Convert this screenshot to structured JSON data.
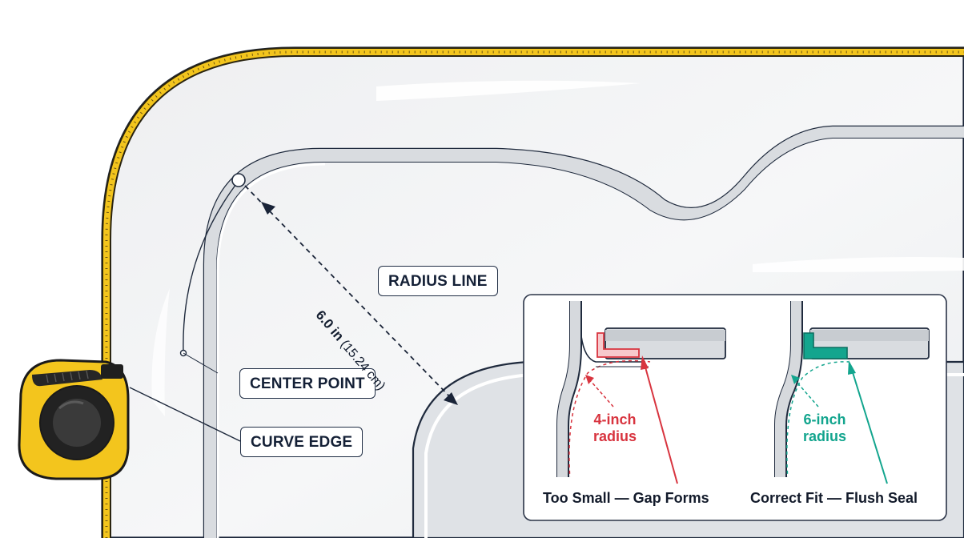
{
  "labels": {
    "radius_line": "RADIUS LINE",
    "center_point": "CENTER POINT",
    "curve_edge": "CURVE EDGE"
  },
  "dimension": {
    "value": "6.0 in",
    "metric": "(15.24 cm)"
  },
  "inset": {
    "left": {
      "radius_number": "4-inch",
      "radius_word": "radius",
      "caption": "Too Small — Gap Forms",
      "color": "#d8343f"
    },
    "right": {
      "radius_number": "6-inch",
      "radius_word": "radius",
      "caption": "Correct Fit — Flush Seal",
      "color": "#13a58e"
    }
  },
  "colors": {
    "tape_yellow": "#f3c51d",
    "ink": "#1f2d44",
    "panel_fill": "#f3f4f6"
  },
  "icons": [
    "tape-measure-icon"
  ]
}
